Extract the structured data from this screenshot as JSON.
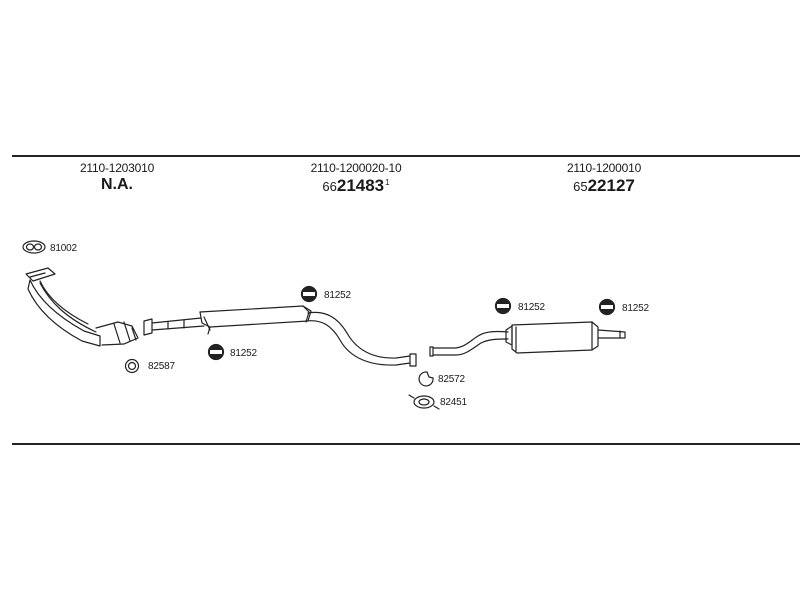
{
  "sections": [
    {
      "code": "2110-1203010",
      "part": "N.A."
    },
    {
      "code": "2110-1200020-10",
      "part_prefix": "66",
      "part_main": "21483",
      "part_suffix": "1"
    },
    {
      "code": "2110-1200010",
      "part_prefix": "65",
      "part_main": "22127"
    }
  ],
  "callouts": {
    "c81002": "81002",
    "c82587": "82587",
    "c81252_mid_top": "81252",
    "c81252_mid_bottom": "81252",
    "c82572": "82572",
    "c82451": "82451",
    "c81252_rear_left": "81252",
    "c81252_rear_right": "81252"
  }
}
